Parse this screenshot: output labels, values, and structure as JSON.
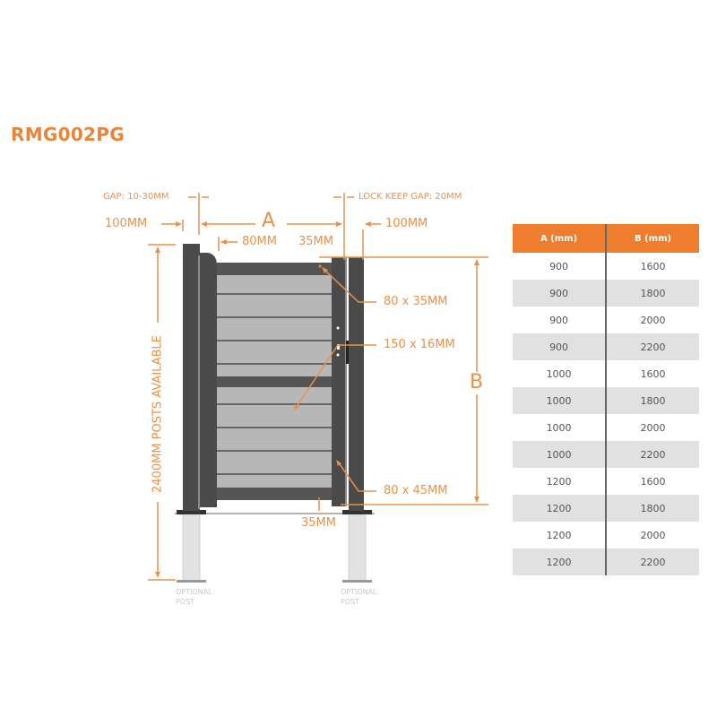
{
  "title": "RMG002PG",
  "colors": {
    "accent": "#EE7E2D",
    "dimension": "#E8914A",
    "frame": "#4a4a4a",
    "slat": "#b5b5b5",
    "post": "#e2e2e2"
  },
  "labels": {
    "gap_hinge": "GAP: 10-30MM",
    "lock_keep_gap": "LOCK KEEP GAP: 20MM",
    "post_width_left": "100MM",
    "post_width_right": "100MM",
    "dim_a": "A",
    "dim_b": "B",
    "stile_width": "80MM",
    "top_gap": "35MM",
    "top_rail": "80 x 35MM",
    "lock_plate": "150 x 16MM",
    "bottom_rail": "80 x 45MM",
    "bottom_gap": "35MM",
    "post_height": "2400MM POSTS AVAILABLE",
    "optional_post_left_1": "OPTIONAL",
    "optional_post_left_2": "POST",
    "optional_post_right_1": "OPTIONAL",
    "optional_post_right_2": "POST"
  },
  "table": {
    "headers": [
      "A (mm)",
      "B (mm)"
    ],
    "rows": [
      [
        "900",
        "1600"
      ],
      [
        "900",
        "1800"
      ],
      [
        "900",
        "2000"
      ],
      [
        "900",
        "2200"
      ],
      [
        "1000",
        "1600"
      ],
      [
        "1000",
        "1800"
      ],
      [
        "1000",
        "2000"
      ],
      [
        "1000",
        "2200"
      ],
      [
        "1200",
        "1600"
      ],
      [
        "1200",
        "1800"
      ],
      [
        "1200",
        "2000"
      ],
      [
        "1200",
        "2200"
      ]
    ]
  }
}
